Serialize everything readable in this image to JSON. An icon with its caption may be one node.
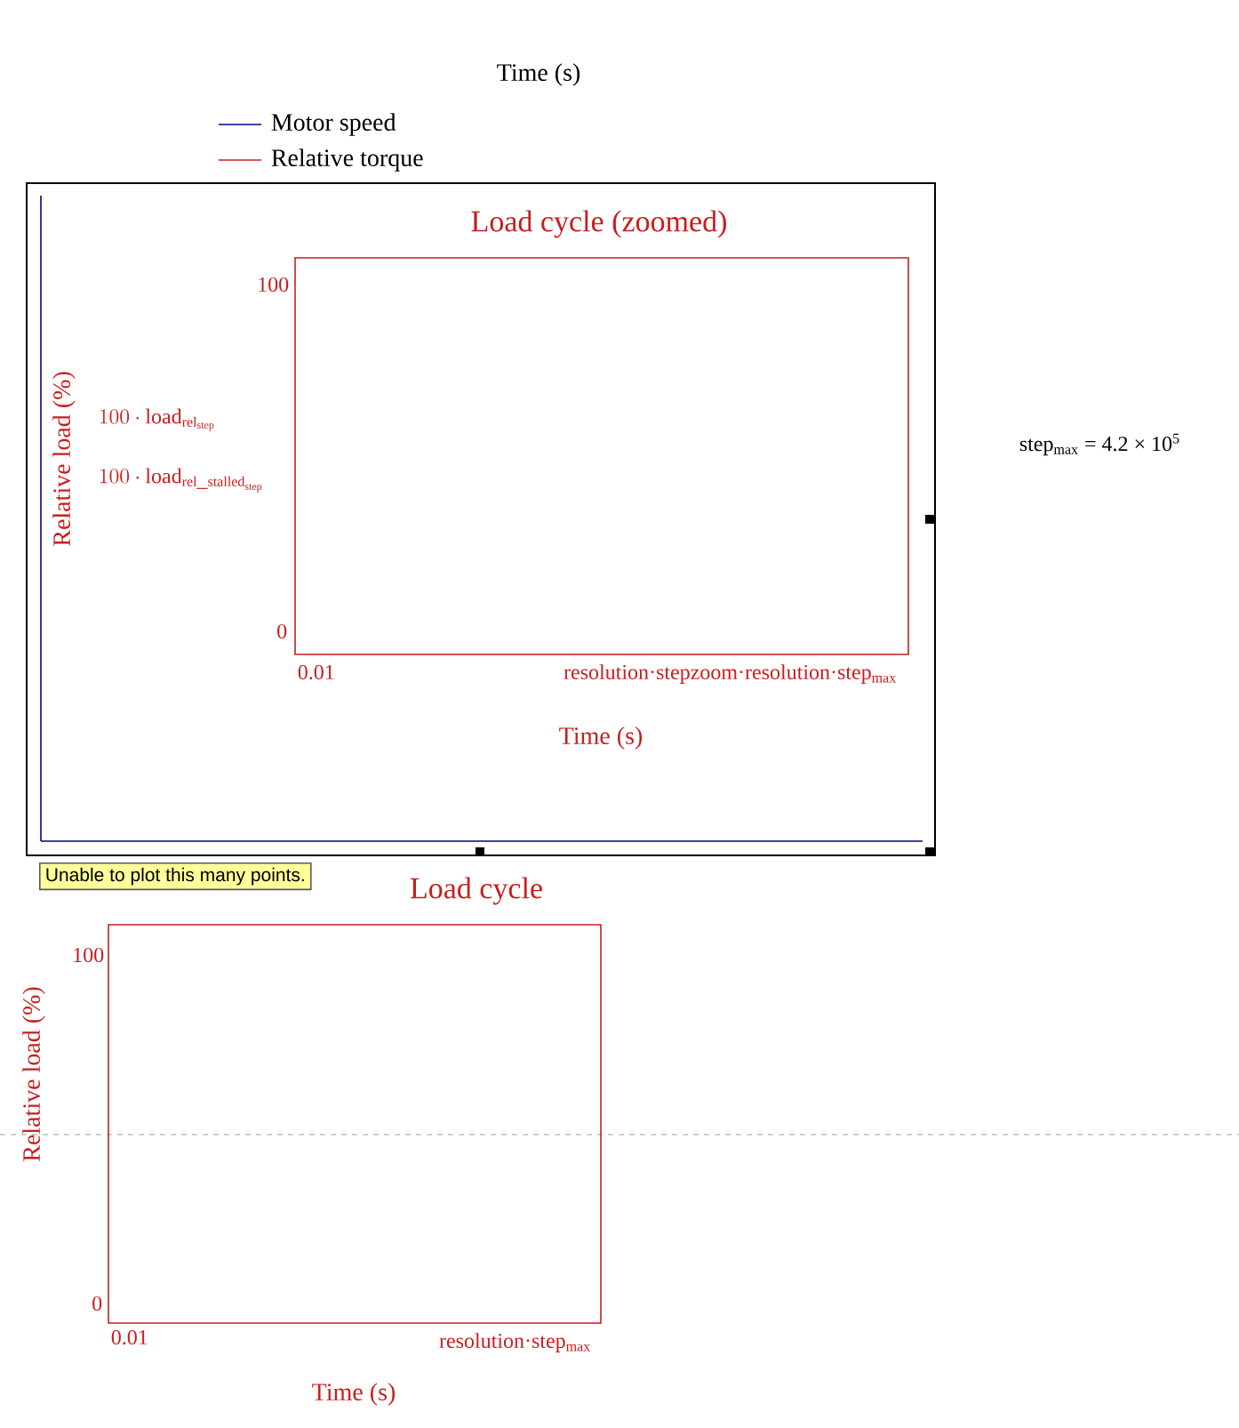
{
  "diagram": {
    "labels": [
      "Time (s)",
      "Load cycle (zoomed)",
      "100",
      "Relative load (%)",
      "100\\cdot\\mathrm{load}_{\\mathrm{rel}_{\\mathrm{step}}}",
      "100\\cdot\\mathrm{load}_{\\mathrm{rel\\_stalled}_{\\mathrm{step}}}",
      "0",
      "0.01",
      "resolution·stepzoom·resolution·step$_{max}$",
      "Time (s)",
      "step$_{max}$ = 4.2 × 10$^{5}$",
      "Unable to plot this many points.",
      "Load cycle",
      "100",
      "Relative load (%)",
      "0",
      "0.01",
      "resolution·step$_{max}$",
      "Time (s)"
    ],
    "legend": [
      {
        "text": "Motor speed"
      },
      {
        "text": "Relative torque"
      }
    ]
  }
}
